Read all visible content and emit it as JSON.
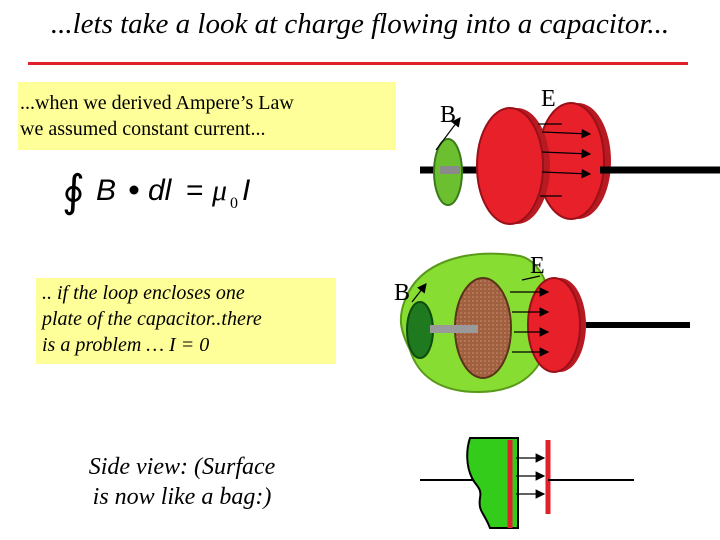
{
  "slide": {
    "title": "...lets take a look at charge flowing into a capacitor...",
    "box1": {
      "line1": "...when we  derived  Ampere’s Law",
      "line2": "we assumed constant current..."
    },
    "formula": "∮B • dl = μ0I",
    "box2": {
      "line1": ".. if the  loop  encloses one",
      "line2": "plate of the capacitor..there",
      "line3": "is a problem …  I = 0"
    },
    "side_view": {
      "line1": "Side view: (Surface",
      "line2": "is now like a bag:)"
    },
    "diagram1": {
      "b_label": "B",
      "e_label": "E"
    },
    "diagram2": {
      "b_label": "B",
      "e_label": "E"
    }
  },
  "colors": {
    "rule": "#e0202a",
    "box": "#ffff99",
    "plate": "#e8202a",
    "loop": "#6cc030",
    "bag": "#88dd33",
    "brown_plate": "#a06040"
  }
}
